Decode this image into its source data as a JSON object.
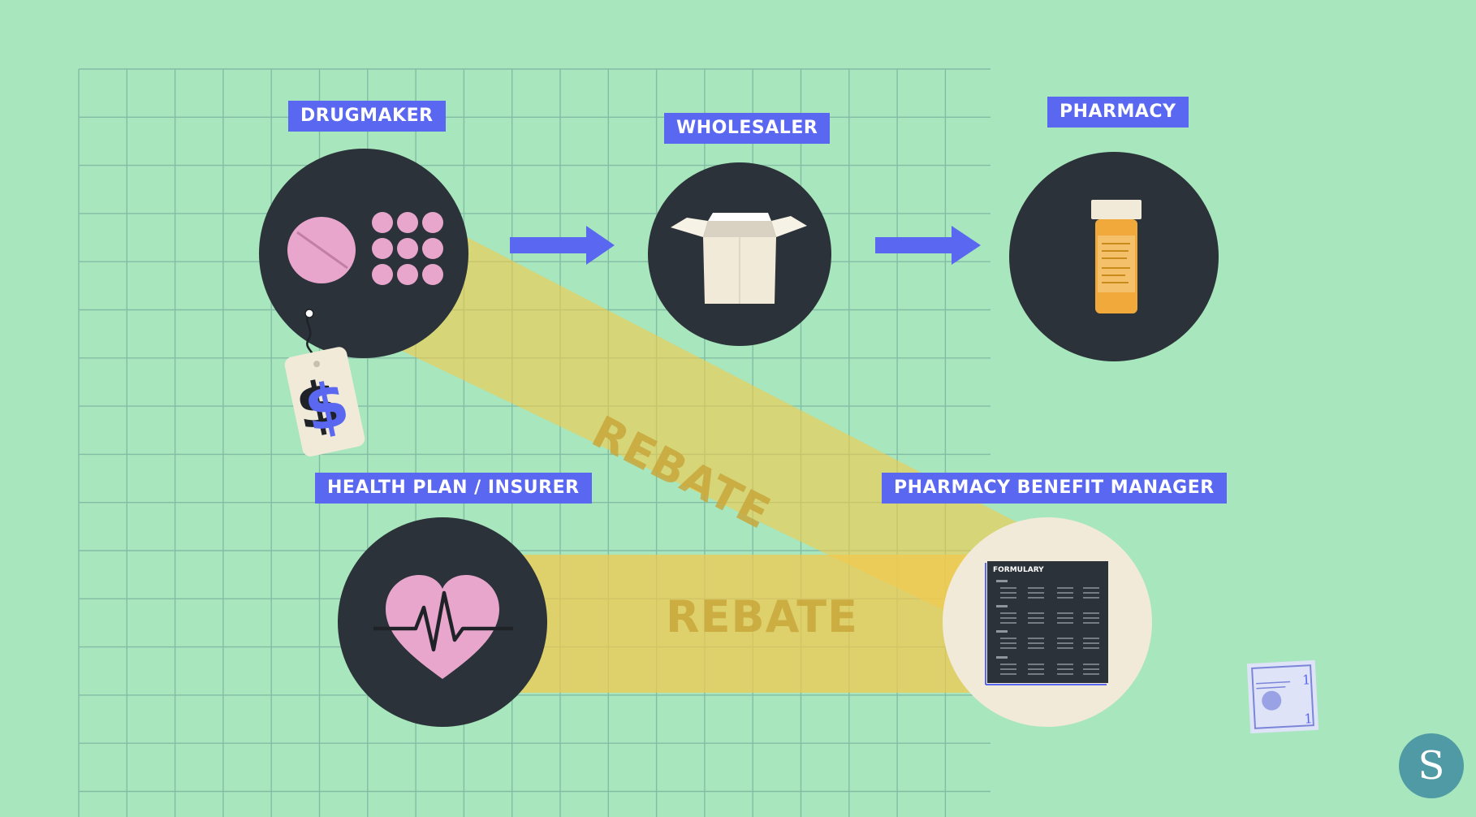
{
  "nodes": {
    "drugmaker": {
      "label": "DRUGMAKER"
    },
    "wholesaler": {
      "label": "WHOLESALER"
    },
    "pharmacy": {
      "label": "PHARMACY"
    },
    "health_plan": {
      "label": "HEALTH PLAN / INSURER"
    },
    "pbm": {
      "label": "PHARMACY BENEFIT MANAGER"
    }
  },
  "flows": {
    "rebate_diagonal": {
      "label": "REBATE"
    },
    "rebate_horizontal": {
      "label": "REBATE"
    }
  },
  "formulary": {
    "title": "FORMULARY"
  },
  "price_tag": {
    "symbol": "$"
  },
  "brand": {
    "letter": "S"
  },
  "colors": {
    "background": "#a8e6bd",
    "grid": "#7fb8a3",
    "circle_dark": "#2b3239",
    "circle_light": "#f2ead8",
    "label_bg": "#5a67f0",
    "arrow": "#5a67f0",
    "rebate_band": "#f2c94c",
    "pill": "#e9a6cd",
    "heart": "#e9a6cd",
    "bottle": "#f2a93b",
    "brand_badge": "#4f9aa5"
  }
}
